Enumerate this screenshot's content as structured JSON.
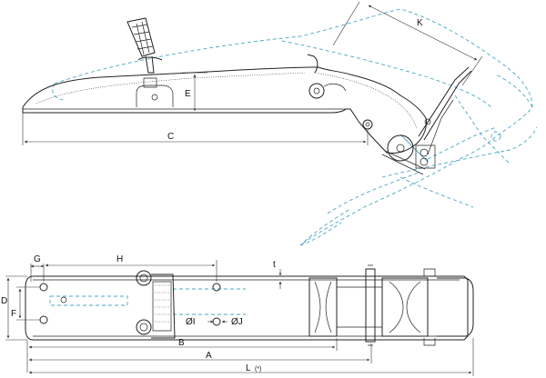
{
  "labels": {
    "K": "K",
    "E": "E",
    "C": "C",
    "G": "G",
    "H": "H",
    "D": "D",
    "F": "F",
    "t": "t",
    "B": "B",
    "A": "A",
    "L": "L",
    "L_note": "(*)",
    "phi_i": "ØI",
    "phi_j": "ØJ"
  }
}
